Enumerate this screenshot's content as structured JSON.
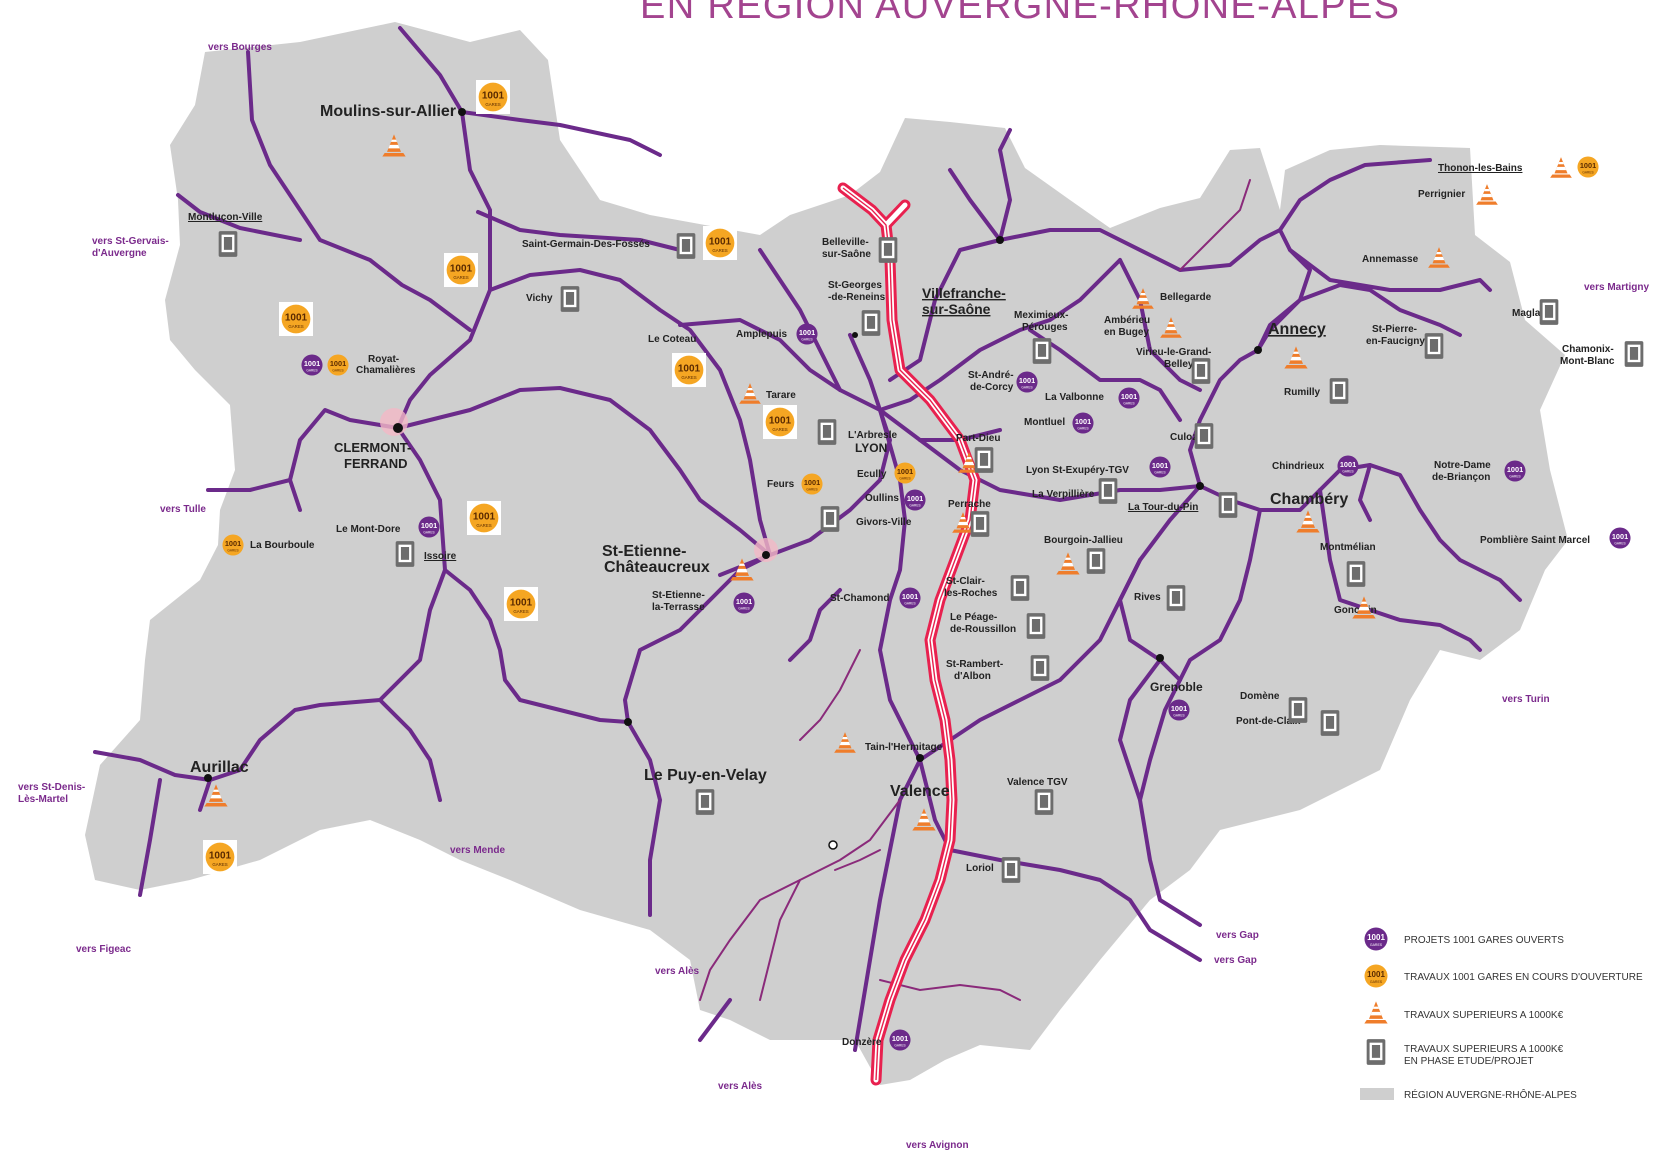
{
  "title": "EN RÉGION AUVERGNE-RHÔNE-ALPES",
  "colors": {
    "region": "#cfcfcf",
    "rail": "#6b2a8a",
    "tgv": "#e8214f",
    "title": "#a3448f",
    "gare_open": "#6b2a8a",
    "gare_works": "#f5a623",
    "cone": "#ef7d2b",
    "study": "#6d6d6d"
  },
  "cities": {
    "moulins": "Moulins-sur-Allier",
    "clermont1": "CLERMONT-",
    "clermont2": "FERRAND",
    "aurillac": "Aurillac",
    "stetienne1": "St-Etienne-",
    "stetienne2": "Châteaucreux",
    "lepuy": "Le Puy-en-Velay",
    "lyon": "LYON",
    "villefranche1": "Villefranche-",
    "villefranche2": "sur-Saône",
    "valence": "Valence",
    "grenoble": "Grenoble",
    "chambery": "Chambéry",
    "annecy": "Annecy"
  },
  "stations": {
    "montlucon": "Montluçon-Ville",
    "saintgermain": "Saint-Germain-Des-Fossés",
    "vichy": "Vichy",
    "royat1": "Royat-",
    "royat2": "Chamalières",
    "montdore": "Le Mont-Dore",
    "bourboule": "La Bourboule",
    "issoire": "Issoire",
    "lecoteau": "Le Coteau",
    "amplepuis": "Amplepuis",
    "tarare": "Tarare",
    "larbresle": "L'Arbresle",
    "ecully": "Ecully",
    "oullins": "Oullins",
    "givors": "Givors-Ville",
    "feurs": "Feurs",
    "stetienneterrasse1": "St-Etienne-",
    "stetienneterrasse2": "la-Terrasse",
    "stchamond": "St-Chamond",
    "belleville1": "Belleville-",
    "belleville2": "sur-Saône",
    "stgeorges1": "St-Georges",
    "stgeorges2": "-de-Reneins",
    "meximieux1": "Meximieux-",
    "meximieux2": "Pérouges",
    "ambérieu1": "Ambérieu",
    "ambérieu2": "en Bugey",
    "standre1": "St-André-",
    "standre2": "de-Corcy",
    "lavalbonne": "La Valbonne",
    "montluel": "Montluel",
    "partdieu": "Part-Dieu",
    "perrache": "Perrache",
    "stexupery": "Lyon St-Exupéry-TGV",
    "laverpilliere": "La Verpillière",
    "latourdupin": "La Tour-du-Pin",
    "bourgoin": "Bourgoin-Jallieu",
    "stclair1": "St-Clair-",
    "stclair2": "les-Roches",
    "peage1": "Le Péage-",
    "peage2": "de-Roussillon",
    "strambert1": "St-Rambert-",
    "strambert2": "d'Albon",
    "tain": "Tain-l'Hermitage",
    "valencetgv": "Valence TGV",
    "loriol": "Loriol",
    "donzere": "Donzère",
    "bellegarde": "Bellegarde",
    "virieu1": "Virieu-le-Grand-",
    "virieu2": "Belley",
    "culoz": "Culoz",
    "chindrieux": "Chindrieux",
    "rumilly": "Rumilly",
    "rives": "Rives",
    "montmelian": "Montmélian",
    "goncelin": "Goncelin",
    "domene": "Domène",
    "pontdeclaix": "Pont-de-Claix",
    "thonon": "Thonon-les-Bains",
    "perrignier": "Perrignier",
    "annemasse": "Annemasse",
    "stpierre1": "St-Pierre-",
    "stpierre2": "en-Faucigny",
    "magland": "Magland",
    "chamonix1": "Chamonix-",
    "chamonix2": "Mont-Blanc",
    "notredame1": "Notre-Dame",
    "notredame2": "de-Briançon",
    "pombliere": "Pomblière Saint Marcel"
  },
  "external": {
    "bourges": "vers Bourges",
    "stgervais1": "vers St-Gervais-",
    "stgervais2": "d'Auvergne",
    "tulle": "vers Tulle",
    "stdenis1": "vers St-Denis-",
    "stdenis2": "Lès-Martel",
    "figeac": "vers Figeac",
    "mende": "vers Mende",
    "ales1": "vers Alès",
    "ales2": "vers Alès",
    "avignon": "vers Avignon",
    "gap1": "vers Gap",
    "gap2": "vers Gap",
    "turin": "vers Turin",
    "martigny": "vers Martigny"
  },
  "badge": {
    "line1": "1001",
    "line2": "GARES"
  },
  "legend": [
    {
      "key": "open",
      "icon": "gare-open-icon",
      "label": "PROJETS 1001 GARES OUVERTS"
    },
    {
      "key": "works",
      "icon": "gare-works-icon",
      "label": "TRAVAUX 1001 GARES EN COURS D'OUVERTURE"
    },
    {
      "key": "cone",
      "icon": "traffic-cone-icon",
      "label": "TRAVAUX SUPERIEURS A 1000K€"
    },
    {
      "key": "study",
      "icon": "study-phone-icon",
      "label": "TRAVAUX SUPERIEURS A 1000K€",
      "label2": "EN PHASE ETUDE/PROJET"
    },
    {
      "key": "region",
      "icon": "region-swatch-icon",
      "label": "RÉGION AUVERGNE-RHÔNE-ALPES"
    }
  ]
}
